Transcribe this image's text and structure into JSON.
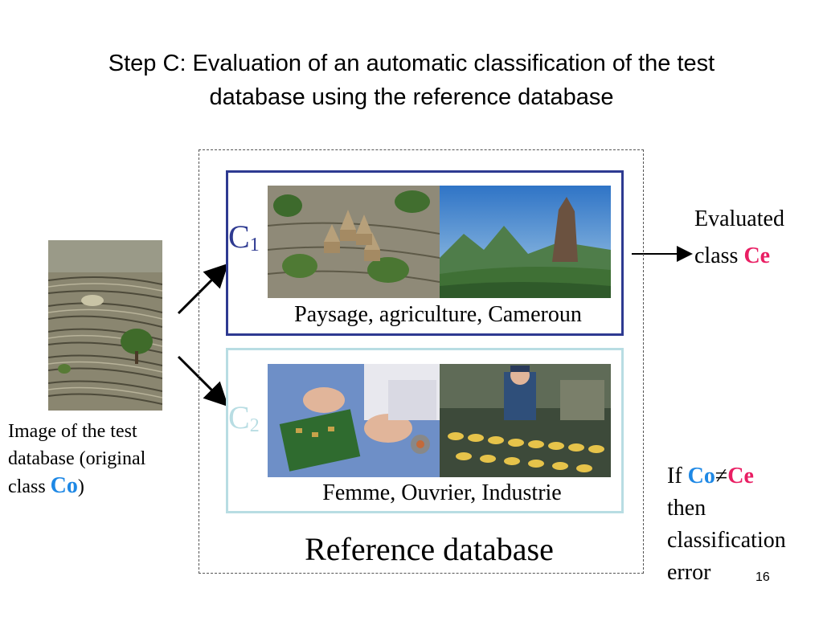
{
  "slide": {
    "title_line1": "Step C: Evaluation of an automatic classification of the test",
    "title_line2": "database using the reference database",
    "page_number": "16"
  },
  "test_image": {
    "caption_line1": "Image of the test",
    "caption_line2": "database (original",
    "caption_line3_prefix": "class ",
    "caption_code": "Co",
    "caption_line3_suffix": ")"
  },
  "classes": [
    {
      "label": "C",
      "subscript": "1",
      "caption": "Paysage, agriculture, Cameroun",
      "color": "#2e3a91",
      "border_color": "#2e3a91"
    },
    {
      "label": "C",
      "subscript": "2",
      "caption": "Femme, Ouvrier, Industrie",
      "color": "#b8dde3",
      "border_color": "#b8dde3"
    }
  ],
  "reference_db": {
    "label": "Reference database"
  },
  "evaluated": {
    "line1": "Evaluated",
    "line2_prefix": "class ",
    "code": "Ce"
  },
  "rule": {
    "if_word": "If ",
    "co": "Co",
    "neq": "≠",
    "ce": "Ce",
    "then": "then",
    "classification": "classification",
    "error": "error"
  },
  "colors": {
    "co": "#1e88e5",
    "ce": "#e91e63"
  }
}
